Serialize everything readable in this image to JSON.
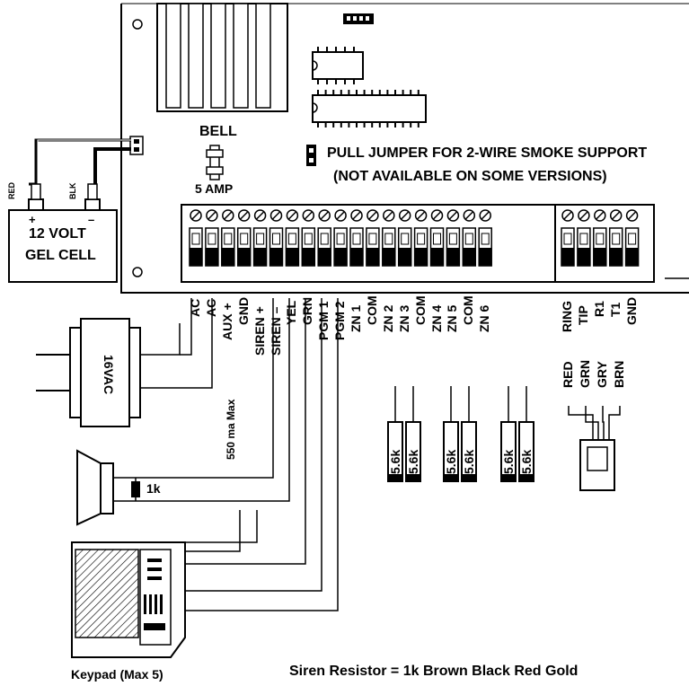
{
  "board": {
    "bell_label": "BELL",
    "fuse_label": "5 AMP",
    "jumper_note_line1": "PULL JUMPER FOR 2-WIRE SMOKE SUPPORT",
    "jumper_note_line2": "(NOT AVAILABLE ON SOME VERSIONS)"
  },
  "battery": {
    "line1": "12 VOLT",
    "line2": "GEL CELL",
    "plus_sign": "+",
    "minus_sign": "–",
    "red_label": "RED",
    "blk_label": "BLK"
  },
  "terminals": [
    "AC",
    "AC",
    "AUX +",
    "GND",
    "SIREN +",
    "SIREN –",
    "YEL",
    "GRN",
    "PGM 1",
    "PGM 2",
    "ZN 1",
    "COM",
    "ZN 2",
    "ZN 3",
    "COM",
    "ZN 4",
    "ZN 5",
    "COM",
    "ZN 6",
    "RING",
    "TIP",
    "R1",
    "T1",
    "GND"
  ],
  "aux_note": "550 ma Max",
  "transformer_label": "16VAC",
  "siren_resistor_label": "1k",
  "zone_resistors": [
    "5.6k",
    "5.6k",
    "5.6k",
    "5.6k",
    "5.6k",
    "5.6k"
  ],
  "phone_wire_colors": [
    "RED",
    "GRN",
    "GRY",
    "BRN"
  ],
  "keypad_label": "Keypad (Max 5)",
  "footer_text": "Siren Resistor = 1k Brown Black Red Gold"
}
